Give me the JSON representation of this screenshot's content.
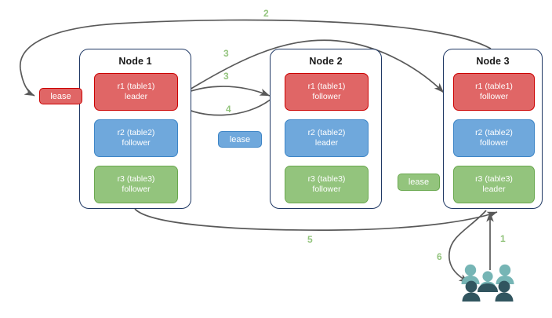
{
  "diagram": {
    "title": "",
    "colors": {
      "replica_red_fill": "#e06666",
      "replica_red_border": "#cc0000",
      "replica_blue_fill": "#6fa8dc",
      "replica_blue_border": "#3d85c6",
      "replica_green_fill": "#93c47d",
      "replica_green_border": "#6aa84f",
      "node_border": "#1f3864",
      "arrow": "#595959",
      "step_label": "#93c47d",
      "people_light": "#76b5b5",
      "people_dark": "#31555f"
    }
  },
  "nodes": [
    {
      "id": "node1",
      "title": "Node 1",
      "replicas": [
        {
          "name": "r1 (table1)",
          "role": "leader",
          "color": "red"
        },
        {
          "name": "r2 (table2)",
          "role": "follower",
          "color": "blue"
        },
        {
          "name": "r3 (table3)",
          "role": "follower",
          "color": "green"
        }
      ]
    },
    {
      "id": "node2",
      "title": "Node 2",
      "replicas": [
        {
          "name": "r1 (table1)",
          "role": "follower",
          "color": "red"
        },
        {
          "name": "r2 (table2)",
          "role": "leader",
          "color": "blue"
        },
        {
          "name": "r3 (table3)",
          "role": "follower",
          "color": "green"
        }
      ]
    },
    {
      "id": "node3",
      "title": "Node 3",
      "replicas": [
        {
          "name": "r1 (table1)",
          "role": "follower",
          "color": "red"
        },
        {
          "name": "r2 (table2)",
          "role": "follower",
          "color": "blue"
        },
        {
          "name": "r3 (table3)",
          "role": "leader",
          "color": "green"
        }
      ]
    }
  ],
  "leases": [
    {
      "id": "lease-r1",
      "label": "lease",
      "color": "red"
    },
    {
      "id": "lease-r2",
      "label": "lease",
      "color": "blue"
    },
    {
      "id": "lease-r3",
      "label": "lease",
      "color": "green"
    }
  ],
  "steps": [
    {
      "id": "step-1",
      "label": "1"
    },
    {
      "id": "step-2",
      "label": "2"
    },
    {
      "id": "step-3a",
      "label": "3"
    },
    {
      "id": "step-3b",
      "label": "3"
    },
    {
      "id": "step-4",
      "label": "4"
    },
    {
      "id": "step-5",
      "label": "5"
    },
    {
      "id": "step-6",
      "label": "6"
    }
  ],
  "icons": {
    "people": "people-group-icon"
  }
}
